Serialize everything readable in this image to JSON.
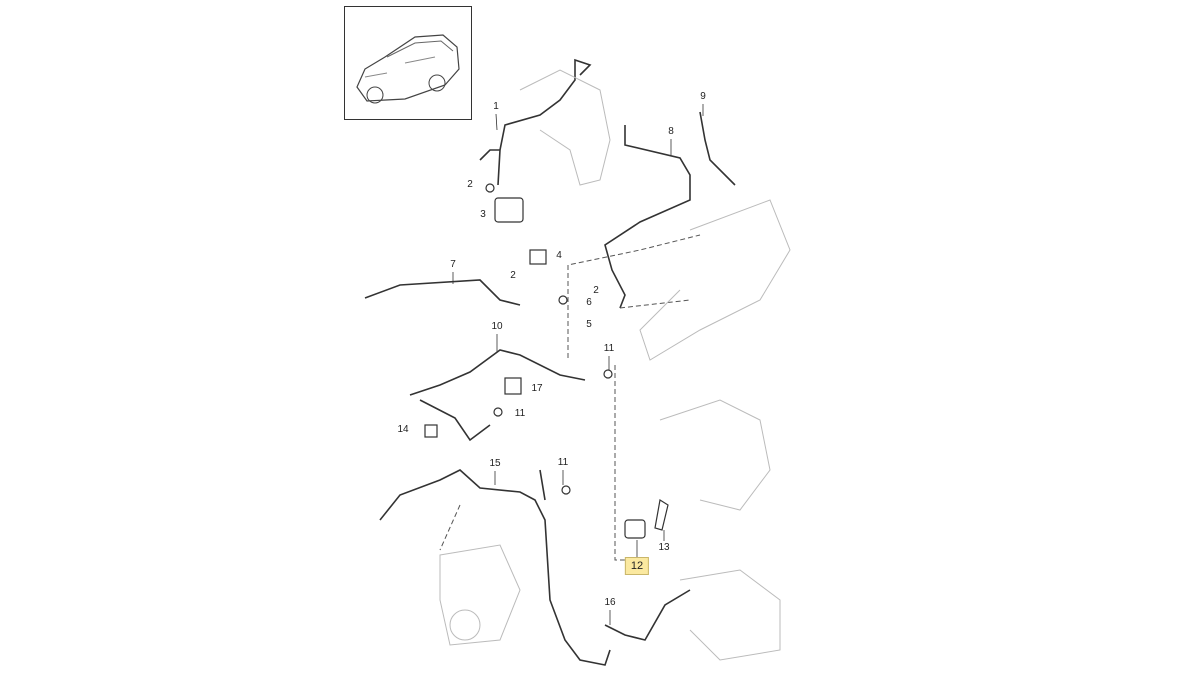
{
  "diagram": {
    "callouts": [
      "1",
      "2",
      "3",
      "4",
      "7",
      "2",
      "6",
      "5",
      "2",
      "8",
      "9",
      "10",
      "11",
      "17",
      "14",
      "11",
      "15",
      "11",
      "13",
      "12",
      "16"
    ],
    "highlighted_part": "12",
    "highlight_color": "#fbe9a0"
  }
}
